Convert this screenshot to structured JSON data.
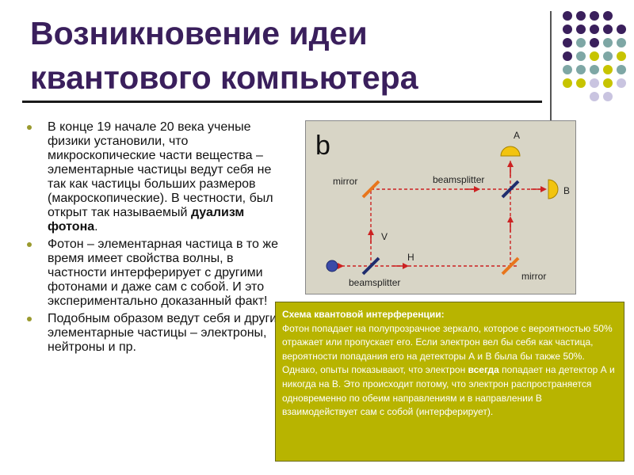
{
  "slide": {
    "title_line1": "Возникновение идеи",
    "title_line2": "квантового компьютера",
    "accent_colors": {
      "title": "#3a1f5c",
      "purple_dot": "#3a1f5c",
      "teal_dot": "#7ea7a5",
      "olive_dot": "#c7c400",
      "lavender_dot": "#c9c4e0",
      "callout_bg": "#b8b400"
    }
  },
  "bullets": [
    {
      "text": "В конце 19 начале 20 века ученые физики установили, что микроскопические части вещества – элементарные частицы ведут себя не так как частицы больших размеров (макроскопические). В честности, был открыт так называемый ",
      "bold": "дуализм фотона",
      "tail": "."
    },
    {
      "text": "Фотон – элементарная частица в то же время имеет свойства волны, в частности интерферирует с другими фотонами и даже сам с собой. И это экспериментально доказанный факт!"
    },
    {
      "text": "Подобным образом ведут себя и другие элементарные частицы – электроны, нейтроны и пр."
    }
  ],
  "figure": {
    "panel_letter": "b",
    "labels": {
      "mirror_top": "mirror",
      "beamsplitter_top": "beamsplitter",
      "mirror_bottom": "mirror",
      "beamsplitter_bottom": "beamsplitter",
      "detector_a": "A",
      "detector_b": "B",
      "path_v": "V",
      "path_h": "H"
    },
    "icons": {
      "detector": "half-disc-detector-icon",
      "photon_source": "sphere-source-icon"
    }
  },
  "callout": {
    "caption": "Схема квантовой интерференции:",
    "text_before": "Фотон попадает на полупрозрачное зеркало, которое с вероятностью 50% отражает или пропускает его. Если электрон вел бы себя как частица, вероятности попадания его на детекторы А и В была бы также 50%. Однако, опыты показывают, что электрон ",
    "bold": "всегда",
    "text_after": " попадает на детектор А и никогда на В. Это происходит потому, что электрон распространяется одновременно по обеим направлениям и в направлении В взаимодействует сам с собой (интерферирует)."
  }
}
